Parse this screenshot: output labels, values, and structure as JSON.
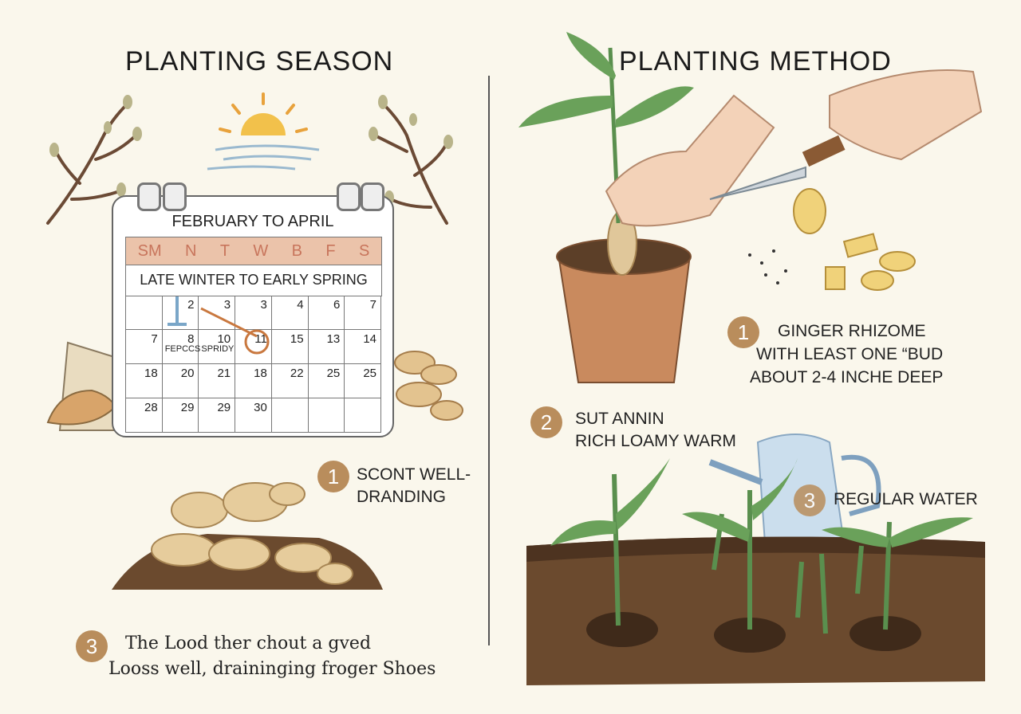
{
  "left": {
    "title": "PLANTING SEASON",
    "calendar": {
      "month_range": "FEBRUARY TO APRIL",
      "weekdays": [
        "SM",
        "N",
        "T",
        "W",
        "B",
        "F",
        "S"
      ],
      "subtitle": "LATE WINTER TO EARLY SPRING",
      "cells": [
        {
          "n": "",
          "e": ""
        },
        {
          "n": "2",
          "e": ""
        },
        {
          "n": "3",
          "e": ""
        },
        {
          "n": "3",
          "e": ""
        },
        {
          "n": "4",
          "e": ""
        },
        {
          "n": "6",
          "e": ""
        },
        {
          "n": "7",
          "e": ""
        },
        {
          "n": "7",
          "e": ""
        },
        {
          "n": "8",
          "e": "FEPCCS"
        },
        {
          "n": "10",
          "e": "SPRIDY"
        },
        {
          "n": "11",
          "e": ""
        },
        {
          "n": "15",
          "e": ""
        },
        {
          "n": "13",
          "e": ""
        },
        {
          "n": "14",
          "e": ""
        },
        {
          "n": "18",
          "e": ""
        },
        {
          "n": "20",
          "e": ""
        },
        {
          "n": "21",
          "e": ""
        },
        {
          "n": "18",
          "e": ""
        },
        {
          "n": "22",
          "e": ""
        },
        {
          "n": "25",
          "e": ""
        },
        {
          "n": "25",
          "e": ""
        },
        {
          "n": "28",
          "e": ""
        },
        {
          "n": "29",
          "e": ""
        },
        {
          "n": "29",
          "e": ""
        },
        {
          "n": "30",
          "e": ""
        },
        {
          "n": "",
          "e": ""
        },
        {
          "n": "",
          "e": ""
        },
        {
          "n": "",
          "e": ""
        }
      ]
    },
    "step1": {
      "num": "1",
      "line1": "SCONT WELL-",
      "line2": "DRANDING"
    },
    "step3": {
      "num": "3",
      "line1": "The Lood ther chout a gved",
      "line2": "Looss well, draininging froger Shoes"
    }
  },
  "right": {
    "title": "PLANTING METHOD",
    "step1": {
      "num": "1",
      "line1": "GINGER RHIZOME",
      "line2": "WITH LEAST ONE “BUD",
      "line3": "ABOUT 2-4 INCHE DEEP"
    },
    "step2": {
      "num": "2",
      "line1": "SUT ANNIN",
      "line2": "RICH LOAMY WARM"
    },
    "step3": {
      "num": "3",
      "label": "REGULAR WATER"
    }
  },
  "colors": {
    "background": "#faf7ec",
    "badge": "#b98d5c",
    "calendar_header": "#ebc3aa",
    "soil": "#6b4a2e",
    "leaf": "#5a8f4e",
    "pot": "#c98a5e"
  }
}
